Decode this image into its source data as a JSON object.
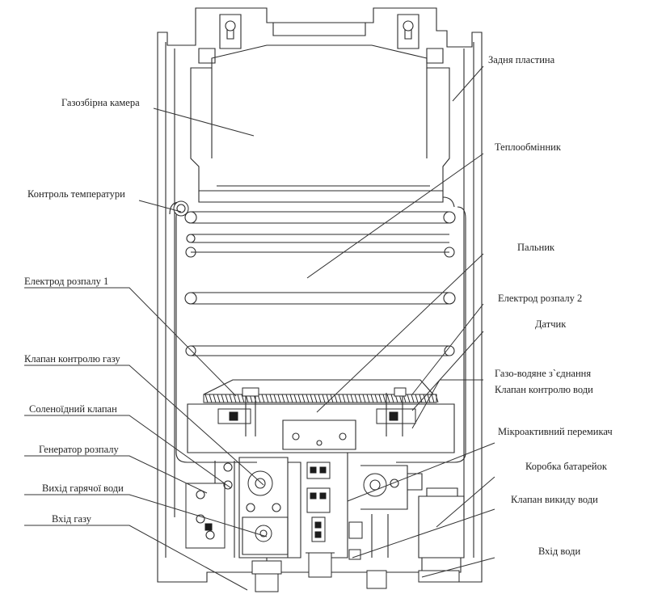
{
  "labels": {
    "back_plate": "Задня пластина",
    "gas_chamber": "Газозбірна камера",
    "heat_exchanger": "Теплообмінник",
    "temp_control": "Контроль температури",
    "burner": "Пальник",
    "ignition_electrode_1": "Електрод розпалу 1",
    "ignition_electrode_2": "Електрод розпалу 2",
    "sensor": "Датчик",
    "gas_control_valve": "Клапан контролю газу",
    "gas_water_connection": "Газо-водяне з`єднання",
    "water_control_valve": "Клапан контролю води",
    "solenoid_valve": "Соленоїдний клапан",
    "micro_switch": "Мікроактивний перемикач",
    "ignition_generator": "Генератор розпалу",
    "battery_box": "Коробка батарейок",
    "hot_water_outlet": "Вихід гарячої води",
    "water_drain_valve": "Клапан викиду води",
    "gas_inlet": "Вхід газу",
    "water_inlet": "Вхід води"
  },
  "colors": {
    "line": "#2a2a2a",
    "text": "#222222",
    "background": "#ffffff"
  }
}
